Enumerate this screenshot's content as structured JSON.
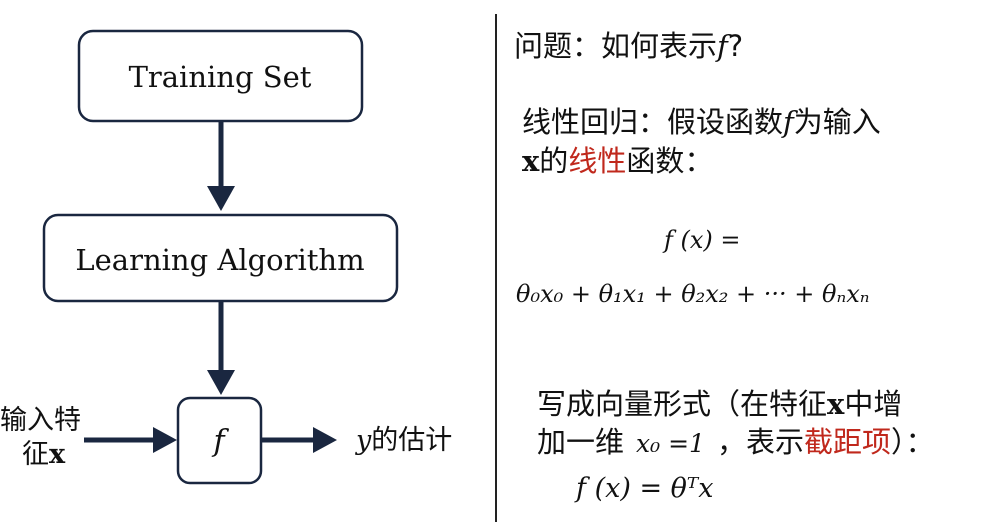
{
  "diagram": {
    "training_set_label": "Training Set",
    "learning_algorithm_label": "Learning Algorithm",
    "f_label": "f",
    "input_features_line1": "输入特",
    "input_features_line2_prefix": "征",
    "input_features_var": "x",
    "output_var": "y",
    "output_suffix": "的估计"
  },
  "right_panel": {
    "question_prefix": "问题：如何表示",
    "question_var": "f",
    "question_suffix": "?",
    "linreg_line1_prefix": "线性回归：假设函数",
    "linreg_line1_var": "f",
    "linreg_line1_suffix": "为输入",
    "linreg_line2_var": "x",
    "linreg_line2_de": "的",
    "linreg_line2_highlight": "线性",
    "linreg_line2_suffix": "函数：",
    "formula1_lhs": "f (x) =",
    "formula1_rhs": "θ₀x₀ + θ₁x₁ + θ₂x₂ + ··· + θₙxₙ",
    "vector_line1_prefix": "写成向量形式（在特征",
    "vector_line1_var": "x",
    "vector_line1_suffix": "中增",
    "vector_line2_prefix": "加一维",
    "vector_line2_eq": "x₀ =1",
    "vector_line2_mid": "，表示",
    "vector_line2_highlight": "截距项",
    "vector_line2_suffix": "）：",
    "formula2": "f (x) = θᵀx"
  },
  "colors": {
    "diagram_stroke": "#1a2740",
    "highlight": "#c0281c"
  }
}
